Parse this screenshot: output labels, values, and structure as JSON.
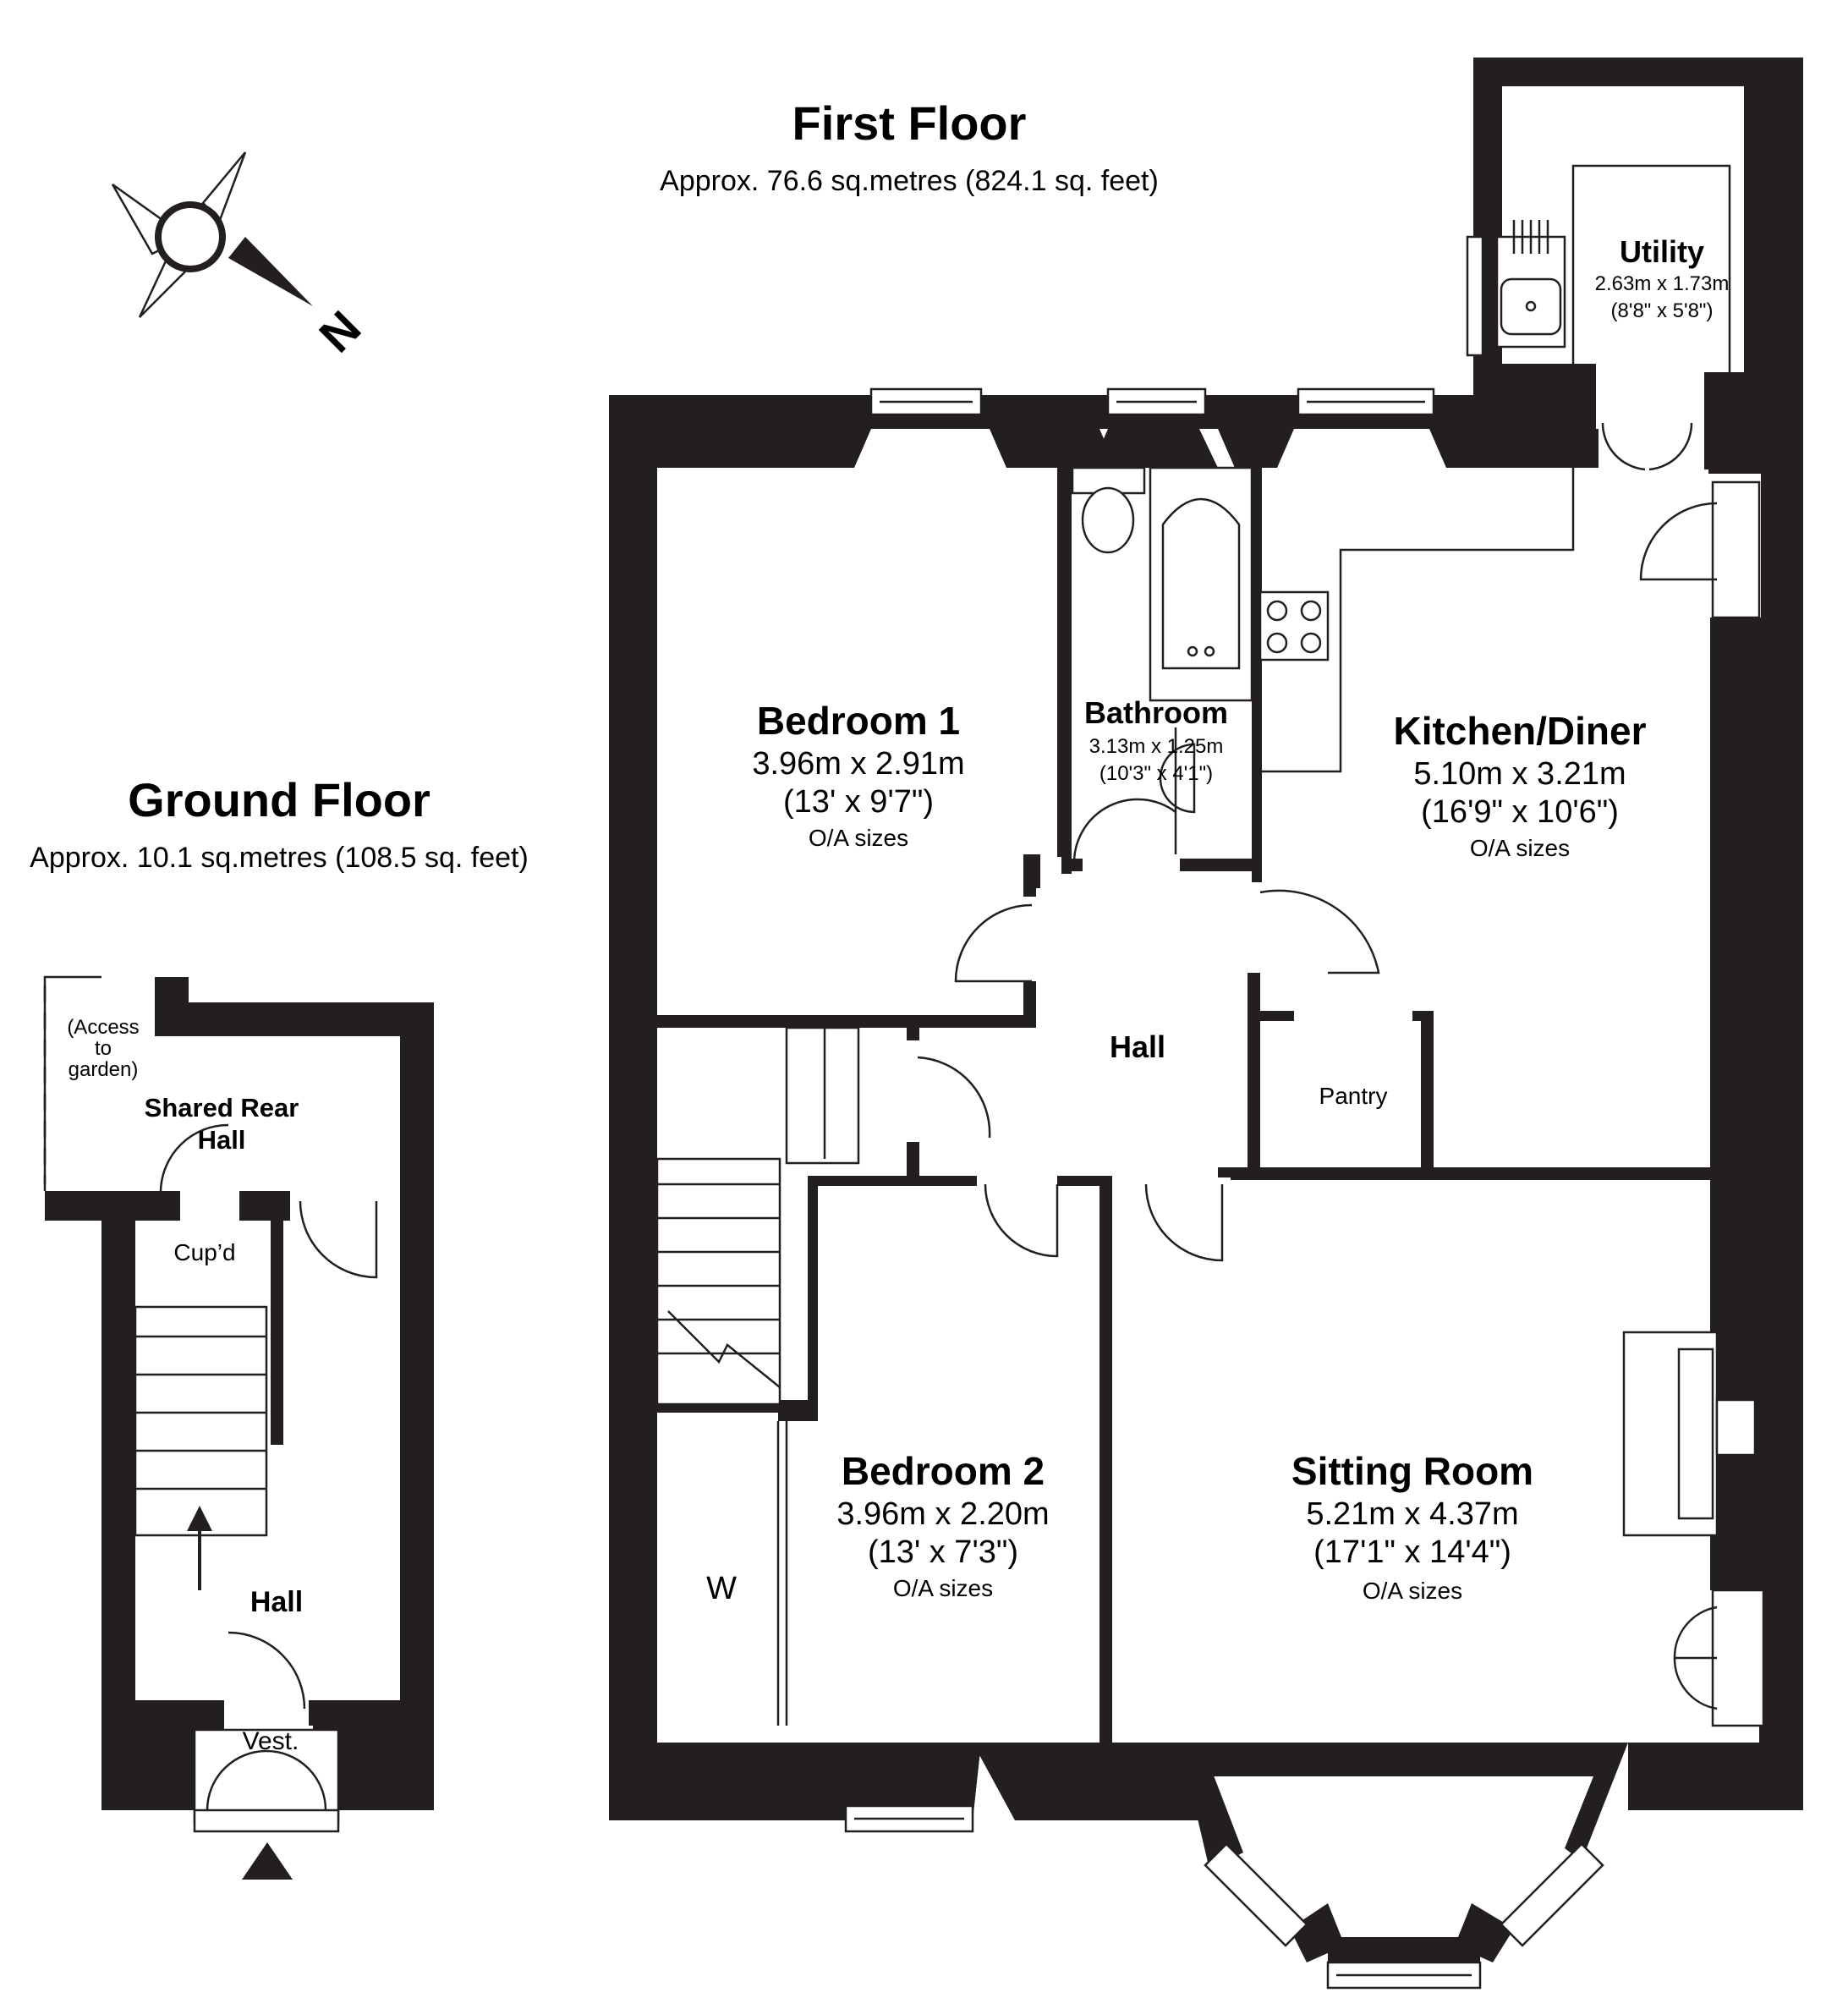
{
  "first_floor": {
    "title": "First Floor",
    "area": "Approx. 76.6 sq.metres (824.1 sq. feet)"
  },
  "ground_floor": {
    "title": "Ground Floor",
    "area": "Approx. 10.1 sq.metres (108.5 sq. feet)"
  },
  "compass": {
    "label": "N"
  },
  "rooms": {
    "utility": {
      "name": "Utility",
      "metric": "2.63m x 1.73m",
      "imperial": "(8'8\" x 5'8\")"
    },
    "bedroom1": {
      "name": "Bedroom 1",
      "metric": "3.96m x 2.91m",
      "imperial": "(13' x 9'7\")",
      "note": "O/A sizes"
    },
    "bathroom": {
      "name": "Bathroom",
      "metric": "3.13m x 1.25m",
      "imperial": "(10'3\" x 4'1\")"
    },
    "kitchen": {
      "name": "Kitchen/Diner",
      "metric": "5.10m x 3.21m",
      "imperial": "(16'9\" x 10'6\")",
      "note": "O/A sizes"
    },
    "hall": {
      "name": "Hall"
    },
    "pantry": {
      "name": "Pantry"
    },
    "bedroom2": {
      "name": "Bedroom 2",
      "metric": "3.96m x 2.20m",
      "imperial": "(13' x 7'3\")",
      "note": "O/A sizes"
    },
    "wardrobe": {
      "name": "W"
    },
    "sitting": {
      "name": "Sitting Room",
      "metric": "5.21m x 4.37m",
      "imperial": "(17'1\" x 14'4\")",
      "note": "O/A sizes"
    }
  },
  "ground_rooms": {
    "access_line1": "(Access",
    "access_line2": "to",
    "access_line3": "garden)",
    "shared_line1": "Shared Rear",
    "shared_line2": "Hall",
    "cupd": "Cup’d",
    "hall": "Hall",
    "vest": "Vest."
  }
}
